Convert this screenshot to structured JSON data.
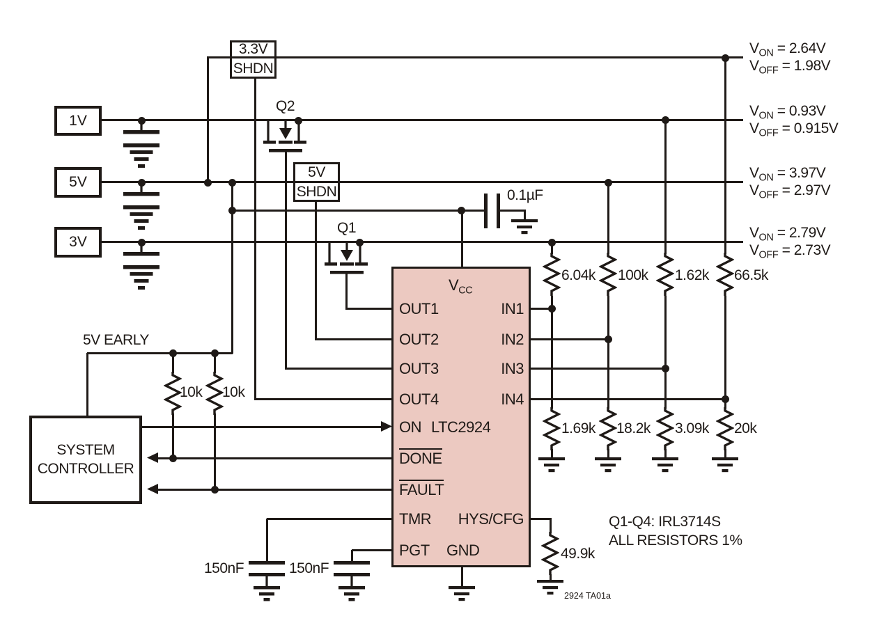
{
  "colors": {
    "line": "#1f1a17",
    "ic_fill": "#ecc9c1",
    "background": "#ffffff"
  },
  "sym": {
    "v": "V",
    "on": "ON",
    "off": "OFF",
    "cc": "CC"
  },
  "supplies": [
    "1V",
    "5V",
    "3V"
  ],
  "regulators": [
    {
      "voltage": "3.3V",
      "pin": "SHDN"
    },
    {
      "voltage": "5V",
      "pin": "SHDN"
    }
  ],
  "fets": [
    "Q2",
    "Q1"
  ],
  "thresholds": [
    {
      "on_text": " = 2.64V",
      "off_text": " = 1.98V"
    },
    {
      "on_text": " = 0.93V",
      "off_text": " = 0.915V"
    },
    {
      "on_text": " = 3.97V",
      "off_text": " = 2.97V"
    },
    {
      "on_text": " = 2.79V",
      "off_text": " = 2.73V"
    }
  ],
  "ic": {
    "name": "LTC2924",
    "pins_left": [
      "OUT1",
      "OUT2",
      "OUT3",
      "OUT4",
      "ON",
      "DONE",
      "FAULT",
      "TMR",
      "PGT"
    ],
    "pins_right": [
      "IN1",
      "IN2",
      "IN3",
      "IN4",
      "HYS/CFG",
      "GND"
    ]
  },
  "resistors": {
    "divider_top": [
      "6.04k",
      "100k",
      "1.62k",
      "66.5k"
    ],
    "divider_bottom": [
      "1.69k",
      "18.2k",
      "3.09k",
      "20k"
    ],
    "pullups": [
      "10k",
      "10k"
    ],
    "hys": "49.9k"
  },
  "capacitors": {
    "bypass": "0.1µF",
    "tmr": "150nF",
    "pgt": "150nF"
  },
  "controller": {
    "line1": "SYSTEM",
    "line2": "CONTROLLER"
  },
  "notes": {
    "early": "5V EARLY",
    "fets": "Q1-Q4: IRL3714S",
    "resistors": "ALL RESISTORS 1%",
    "fig": "2924 TA01a"
  }
}
